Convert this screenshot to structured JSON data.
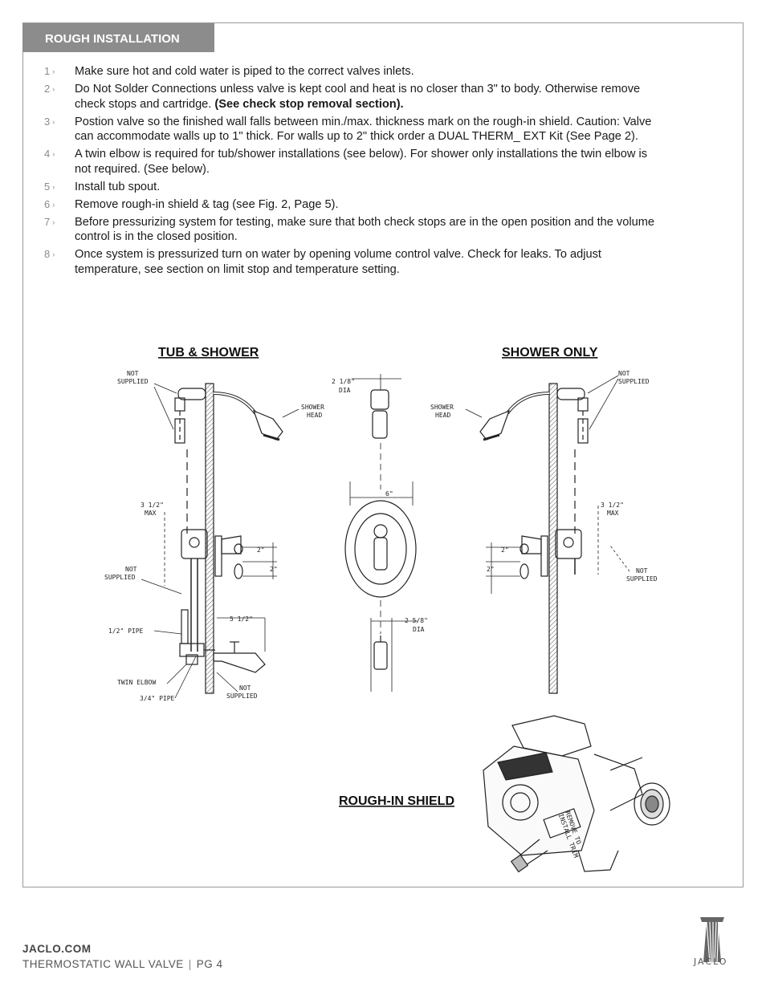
{
  "header": {
    "section_title": "ROUGH INSTALLATION"
  },
  "steps": [
    {
      "num": "1",
      "text": "Make sure hot and cold water is piped to the correct valves inlets.",
      "bold": ""
    },
    {
      "num": "2",
      "text": "Do Not Solder Connections unless valve is kept cool and heat is no closer than 3\" to body.  Otherwise remove check stops and cartridge.  ",
      "bold": "(See check stop removal section)."
    },
    {
      "num": "3",
      "text": "Postion valve so the finished wall falls between min./max. thickness mark on the rough-in shield. Caution:  Valve can accommodate walls up to 1\" thick.  For walls up to 2\" thick order a DUAL THERM_ EXT Kit (See Page 2).",
      "bold": ""
    },
    {
      "num": "4",
      "text": "A twin elbow is required for tub/shower installations (see below).  For shower only installations the twin elbow is not required.  (See below).",
      "bold": ""
    },
    {
      "num": "5",
      "text": "Install tub spout.",
      "bold": ""
    },
    {
      "num": "6",
      "text": "Remove rough-in shield & tag (see Fig. 2, Page 5).",
      "bold": ""
    },
    {
      "num": "7",
      "text": "Before pressurizing system for testing, make sure that both check stops are in the open position and the volume control is in the closed position.",
      "bold": ""
    },
    {
      "num": "8",
      "text": "Once system is pressurized turn on water by opening volume control valve.  Check for leaks.  To adjust temperature, see section on limit stop and temperature setting.",
      "bold": ""
    }
  ],
  "diagram": {
    "tub_shower_title": "TUB & SHOWER",
    "shower_only_title": "SHOWER ONLY",
    "rough_in_title": "ROUGH-IN SHIELD",
    "labels": {
      "not_supplied_1": "NOT",
      "not_supplied_2": "SUPPLIED",
      "shower_head_1": "SHOWER",
      "shower_head_2": "HEAD",
      "dia_2_1_8": "2 1/8\"",
      "dia": "DIA",
      "max_3_1_2": "3 1/2\"",
      "max": "MAX",
      "six": "6\"",
      "two": "2\"",
      "five_1_2": "5 1/2\"",
      "half_pipe": "1/2\" PIPE",
      "twin_elbow": "TWIN ELBOW",
      "three_quarter_pipe": "3/4\" PIPE",
      "dia_2_5_8": "2 5/8\"",
      "shield_tag_1": "REMOVE TO",
      "shield_tag_2": "INSTALL TRIM"
    }
  },
  "footer": {
    "site": "JACLO.COM",
    "doc_title": "THERMOSTATIC WALL VALVE",
    "separator": "|",
    "page": "PG 4",
    "logo_text": "JACLO"
  }
}
